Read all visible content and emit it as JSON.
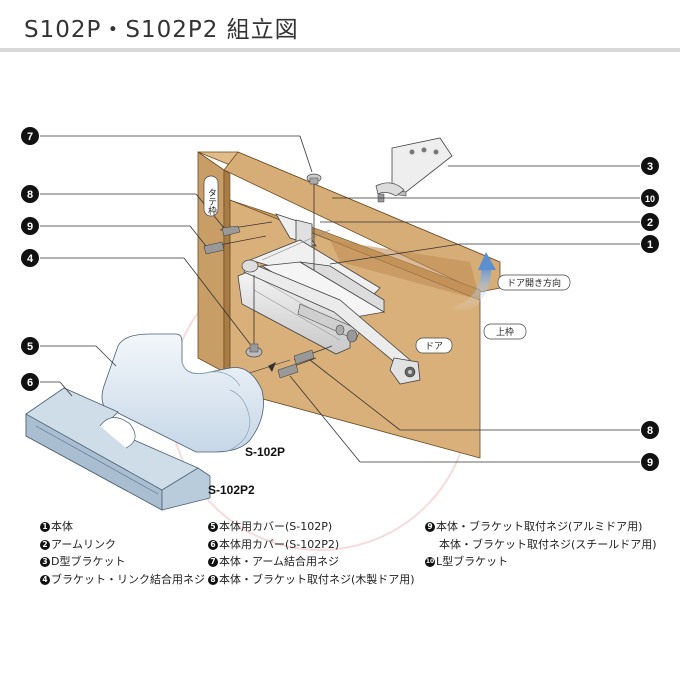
{
  "title": "S102P・S102P2 組立図",
  "labels": {
    "tate_waku": "タテ枠",
    "door_direction": "ドア開き方向",
    "ue_waku": "上枠",
    "door": "ドア",
    "model_p": "S-102P",
    "model_p2": "S-102P2"
  },
  "callouts": {
    "c7": "7",
    "c8a": "8",
    "c9a": "9",
    "c4": "4",
    "c5": "5",
    "c6": "6",
    "c3": "3",
    "c10": "10",
    "c2": "2",
    "c1": "1",
    "c8b": "8",
    "c9b": "9"
  },
  "legend": {
    "col1": [
      {
        "num": "1",
        "text": "本体"
      },
      {
        "num": "2",
        "text": "アームリンク"
      },
      {
        "num": "3",
        "text": "D型ブラケット"
      },
      {
        "num": "4",
        "text": "ブラケット・リンク結合用ネジ"
      }
    ],
    "col2": [
      {
        "num": "5",
        "text": "本体用カバー(S-102P)"
      },
      {
        "num": "6",
        "text": "本体用カバー(S-102P2)"
      },
      {
        "num": "7",
        "text": "本体・アーム結合用ネジ"
      },
      {
        "num": "8",
        "text": "本体・ブラケット取付ネジ(木製ドア用)"
      }
    ],
    "col3": [
      {
        "num": "9",
        "text": "本体・ブラケット取付ネジ(アルミドア用)"
      },
      {
        "num": "",
        "text": "本体・ブラケット取付ネジ(スチールドア用)"
      },
      {
        "num": "10",
        "text": "L型ブラケット"
      }
    ]
  },
  "colors": {
    "wood": "#d9b07a",
    "wood_dark": "#c59a60",
    "wood_side": "#b88a52",
    "cover": "#dbe8f3",
    "metal": "#e6e6e6",
    "arrow": "#5b8fd0",
    "black": "#111111"
  }
}
